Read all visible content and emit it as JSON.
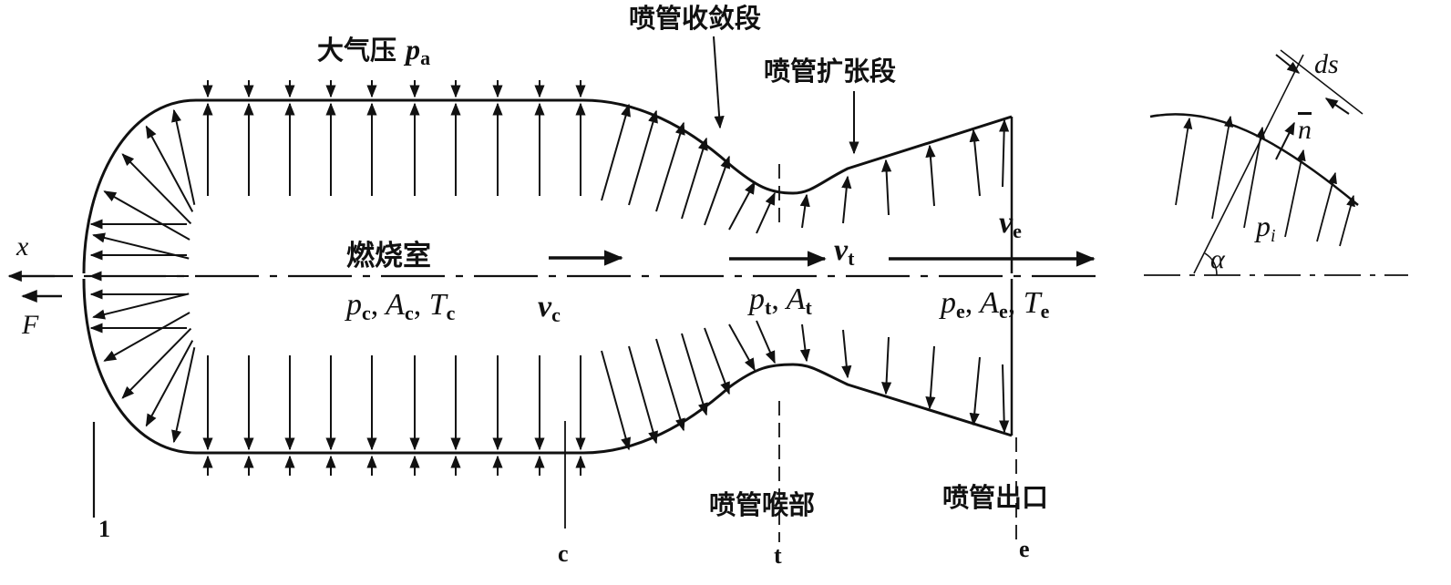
{
  "labels": {
    "atmosphere": "大气压",
    "atmosphere_symbol": "p",
    "atmosphere_sub": "a",
    "converging": "喷管收敛段",
    "diverging": "喷管扩张段",
    "chamber": "燃烧室",
    "throat": "喷管喉部",
    "exit": "喷管出口"
  },
  "symbols": {
    "x_axis": "x",
    "force": "F",
    "velocity": "v",
    "vc_sub": "c",
    "vt_sub": "t",
    "ve_sub": "e",
    "pressure": "p",
    "area": "A",
    "temperature": "T",
    "sep": ",",
    "chamber_sub": "c",
    "throat_sub": "t",
    "exit_sub": "e",
    "ds": "ds",
    "normal": "n",
    "pi_symbol": "p",
    "pi_sub": "i",
    "alpha": "α"
  },
  "sections": {
    "s1": "1",
    "sc": "c",
    "st": "t",
    "se": "e"
  },
  "colors": {
    "ink": "#111111",
    "background": "#ffffff"
  }
}
